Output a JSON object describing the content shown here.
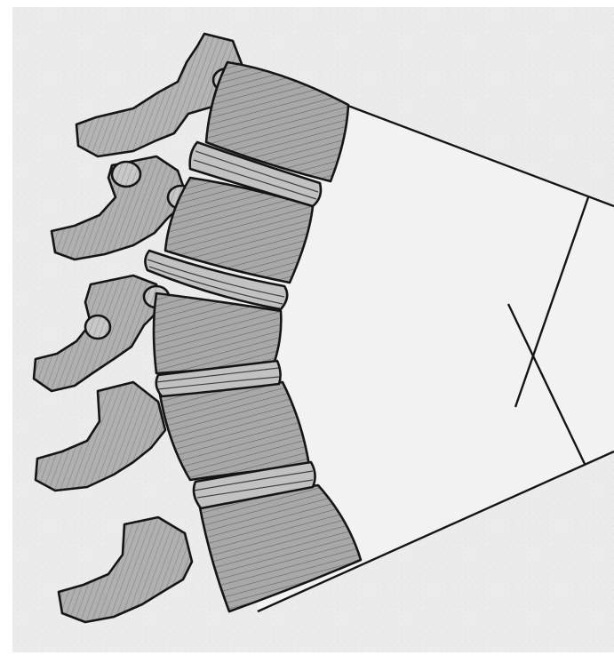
{
  "image": {
    "kind": "medical-illustration",
    "subject": "lumbar-spine-lateral-view",
    "vertebra_count": 5,
    "disc_count": 4,
    "style": "grayscale-pen-hatching",
    "colors": {
      "paper": "#ebebeb",
      "bone": "#aaaaaa",
      "bone_light": "#c4c4c4",
      "ink": "#151515",
      "disc": "#bdbdbd"
    }
  }
}
